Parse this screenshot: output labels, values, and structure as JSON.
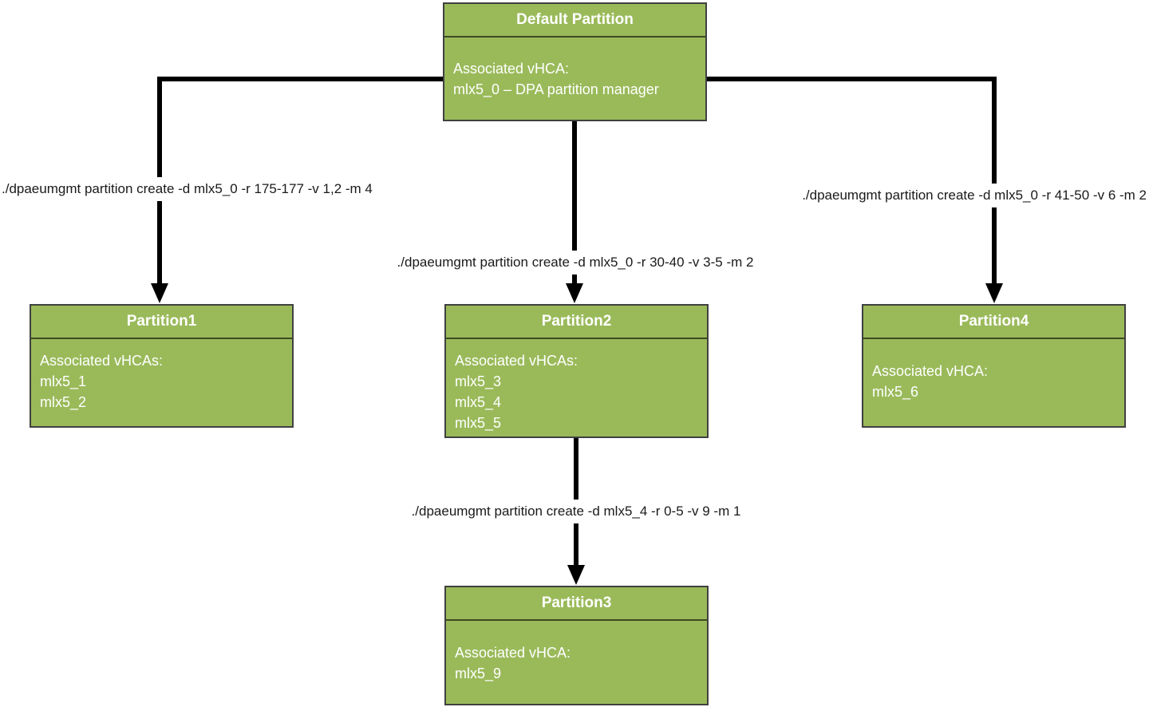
{
  "diagram": {
    "colors": {
      "node_fill": "#9aba5a",
      "node_border": "#404040",
      "node_divider": "#3f4a22",
      "node_text": "#ffffff",
      "connector": "#000000",
      "label_text": "#1a1a1a",
      "canvas_bg": "#ffffff"
    },
    "nodes": {
      "default_partition": {
        "title": "Default Partition",
        "body": "Associated vHCA:\nmlx5_0 – DPA partition manager"
      },
      "partition1": {
        "title": "Partition1",
        "body": "Associated vHCAs:\nmlx5_1\nmlx5_2"
      },
      "partition2": {
        "title": "Partition2",
        "body": "Associated vHCAs:\nmlx5_3\nmlx5_4\nmlx5_5"
      },
      "partition3": {
        "title": "Partition3",
        "body": "Associated vHCA:\nmlx5_9"
      },
      "partition4": {
        "title": "Partition4",
        "body": "Associated vHCA:\nmlx5_6"
      }
    },
    "edge_commands": {
      "partition1": "./dpaeumgmt partition create -d mlx5_0 -r 175-177 -v 1,2 -m 4",
      "partition2": "./dpaeumgmt partition create -d mlx5_0 -r 30-40 -v 3-5 -m 2",
      "partition4": "./dpaeumgmt partition create -d mlx5_0 -r 41-50 -v 6 -m 2",
      "partition3": "./dpaeumgmt partition create -d mlx5_4 -r 0-5 -v 9 -m 1"
    }
  }
}
